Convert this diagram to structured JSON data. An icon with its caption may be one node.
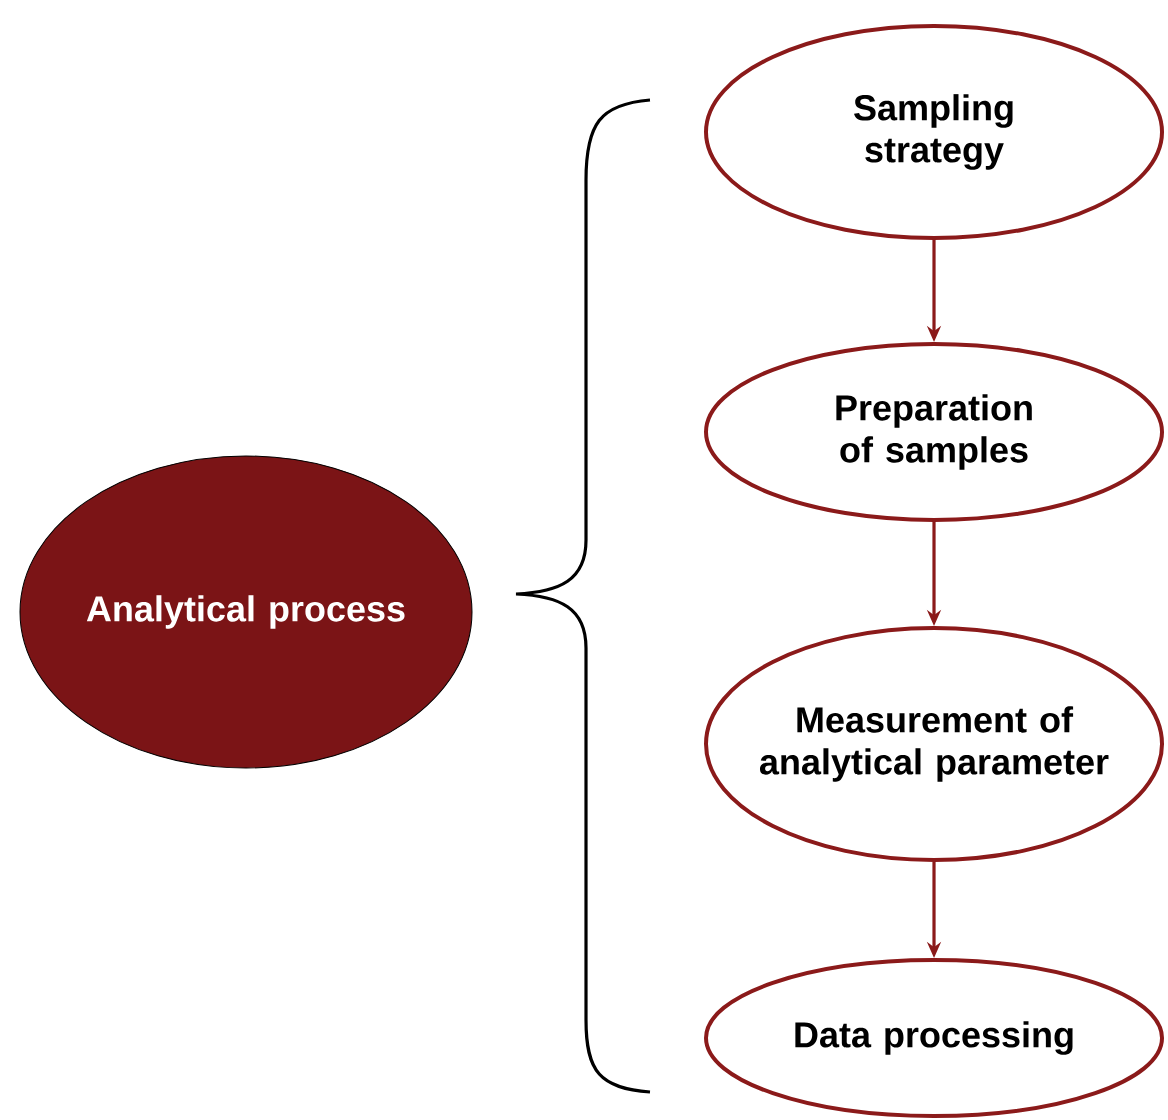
{
  "diagram": {
    "nodes": [
      {
        "text": [
          "Analytical process"
        ]
      },
      {
        "text": [
          "Sampling strategy"
        ]
      },
      {
        "text": [
          "Preparation of samples"
        ]
      },
      {
        "text": [
          "Measurement of analytical parameter"
        ]
      },
      {
        "text": [
          "Data processing"
        ]
      }
    ],
    "edges": [
      {
        "from": 1,
        "to": 2,
        "arrow": "to"
      },
      {
        "from": 2,
        "to": 3,
        "arrow": "to"
      },
      {
        "from": 3,
        "to": 4,
        "arrow": "to"
      }
    ]
  }
}
